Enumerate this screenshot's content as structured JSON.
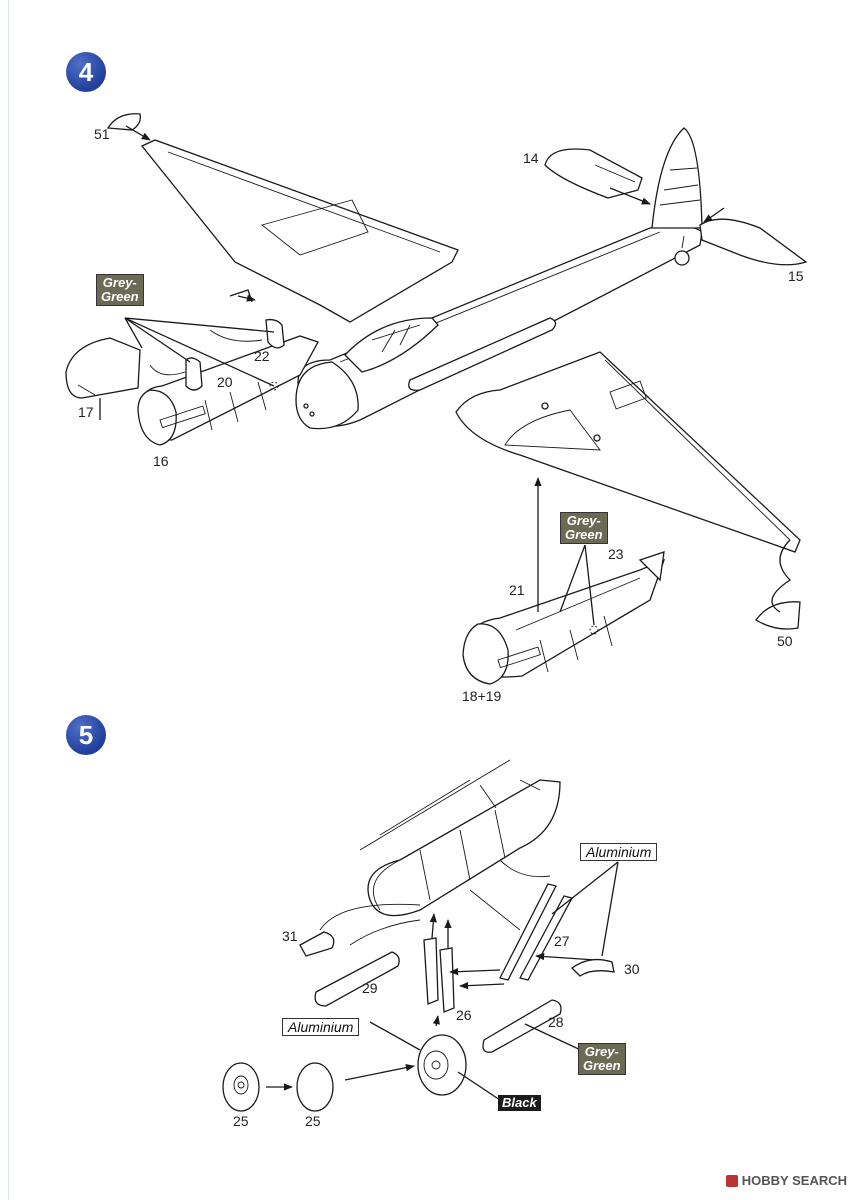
{
  "step4": {
    "number": "4",
    "labels": {
      "p51": "51",
      "p14": "14",
      "p15": "15",
      "p22": "22",
      "p20": "20",
      "p17": "17",
      "p16": "16",
      "p21": "21",
      "p23": "23",
      "p50": "50",
      "p1819": "18+19"
    },
    "paint": {
      "grey_green_1": "Grey-\nGreen",
      "grey_green_2": "Grey-\nGreen"
    }
  },
  "step5": {
    "number": "5",
    "labels": {
      "p31": "31",
      "p29": "29",
      "p27": "27",
      "p30": "30",
      "p26": "26",
      "p28": "28",
      "p25a": "25",
      "p25b": "25"
    },
    "paint": {
      "aluminium_1": "Aluminium",
      "aluminium_2": "Aluminium",
      "grey_green": "Grey-\nGreen",
      "black": "Black"
    }
  },
  "watermark": "HOBBY SEARCH",
  "colors": {
    "badge": "#2a4aa8",
    "grey_green": "#6b6a55",
    "black": "#1c1c1c"
  }
}
